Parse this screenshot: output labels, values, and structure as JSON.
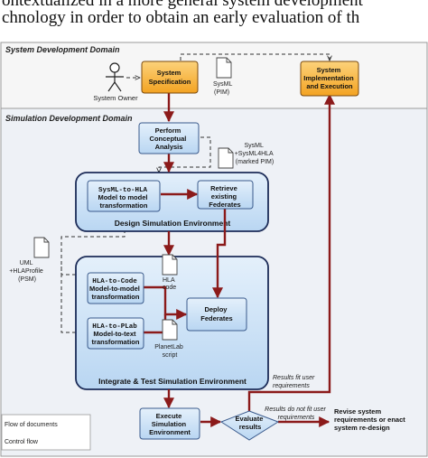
{
  "intro": {
    "line1": "ontextualized in a more general system development",
    "line2": "chnology in order to obtain an early evaluation of th"
  },
  "domains": {
    "system": "System Development Domain",
    "simulation": "Simulation Development  Domain"
  },
  "actor": {
    "label": "System Owner"
  },
  "boxes": {
    "system_spec": [
      "System",
      "Specification"
    ],
    "system_impl": [
      "System",
      "Implementation",
      "and Execution"
    ],
    "conceptual": [
      "Perform",
      "Conceptual",
      "Analysis"
    ],
    "sysml2hla": [
      "SysML-to-HLA",
      "Model to model",
      "transformation"
    ],
    "retrieve": [
      "Retrieve",
      "existing",
      "Federates"
    ],
    "hla2code": [
      "HLA-to-Code",
      "Model-to-model",
      "transformation"
    ],
    "hla2plab": [
      "HLA-to-PLab",
      "Model-to-text",
      "transformation"
    ],
    "deploy": [
      "Deploy",
      "Federates"
    ],
    "execute": [
      "Execute",
      "Simulation",
      "Environment"
    ],
    "evaluate": [
      "Evaluate",
      "results"
    ]
  },
  "groups": {
    "design": "Design Simulation Environment",
    "integrate": "Integrate & Test Simulation Environment"
  },
  "documents": {
    "pim": [
      "SysML",
      "(PIM)"
    ],
    "marked_pim": [
      "SysML",
      "+SysML4HLA",
      "(marked PIM)"
    ],
    "psm": [
      "UML",
      "+HLAProfile",
      "(PSM)"
    ],
    "hla_code": [
      "HLA",
      "code"
    ],
    "planetlab": [
      "PlanetLab",
      "script"
    ]
  },
  "annotations": {
    "fit": [
      "Results fit user",
      "requirements"
    ],
    "not_fit": [
      "Results do not fit user",
      "requirements"
    ],
    "revise": [
      "Revise system",
      "requirements or enact",
      "system re-design"
    ]
  },
  "legend": {
    "documents": "Flow of documents",
    "control": "Control flow"
  },
  "colors": {
    "orange_fill": "#f9b233",
    "blue_fill": "#cfe3f7",
    "sim_bg": "#eef1f6",
    "sys_bg": "#f6f6f6",
    "control_flow": "#8b1a1a",
    "group_border": "#1c2c58"
  }
}
